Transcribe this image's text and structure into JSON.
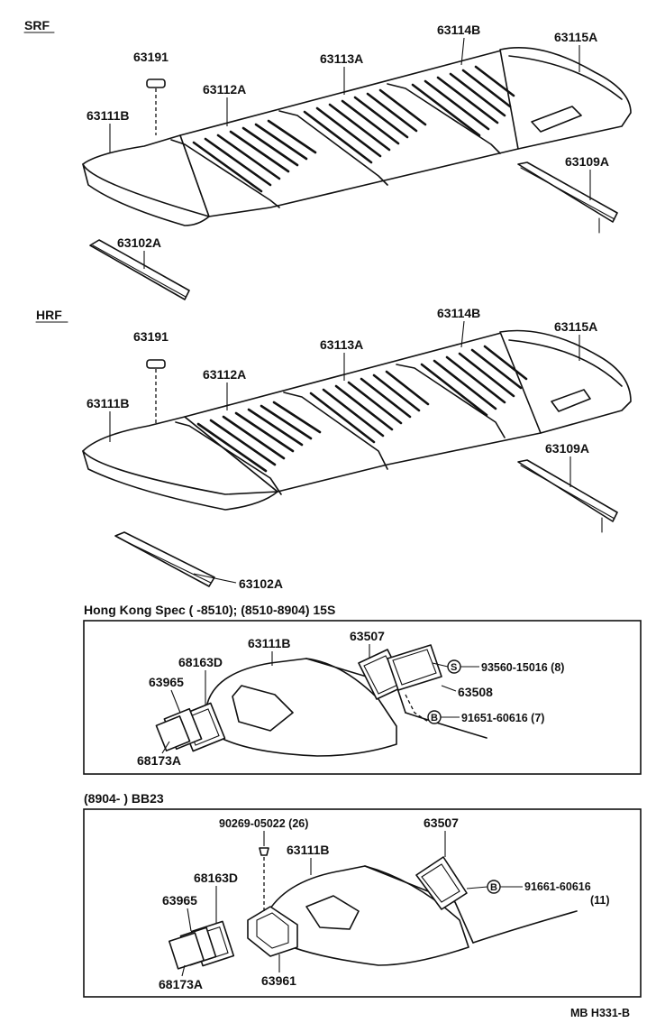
{
  "sections": {
    "srf": {
      "label": "SRF"
    },
    "hrf": {
      "label": "HRF"
    },
    "hongkong": {
      "label": "Hong Kong Spec (        -8510); (8510-8904) 15S"
    },
    "bb23": {
      "label": "(8904-          ) BB23"
    }
  },
  "srf": {
    "p63191": "63191",
    "p63111B": "63111B",
    "p63112A": "63112A",
    "p63113A": "63113A",
    "p63114B": "63114B",
    "p63115A": "63115A",
    "p63109A": "63109A",
    "p63102A": "63102A"
  },
  "hrf": {
    "p63191": "63191",
    "p63111B": "63111B",
    "p63112A": "63112A",
    "p63113A": "63113A",
    "p63114B": "63114B",
    "p63115A": "63115A",
    "p63109A": "63109A",
    "p63102A": "63102A"
  },
  "hk": {
    "p63111B": "63111B",
    "p63507": "63507",
    "p68163D": "68163D",
    "p63965": "63965",
    "p68173A": "68173A",
    "p63508": "63508",
    "screw": "93560-15016 (8)",
    "bolt": "91651-60616 (7)",
    "s_mark": "S",
    "b_mark": "B"
  },
  "bb": {
    "p90269": "90269-05022 (26)",
    "p63111B": "63111B",
    "p63507": "63507",
    "p68163D": "68163D",
    "p63965": "63965",
    "p68173A": "68173A",
    "p63961": "63961",
    "bolt": "91661-60616",
    "bolt_qty": "(11)",
    "b_mark": "B"
  },
  "footer": {
    "code": "MB H331-B"
  }
}
